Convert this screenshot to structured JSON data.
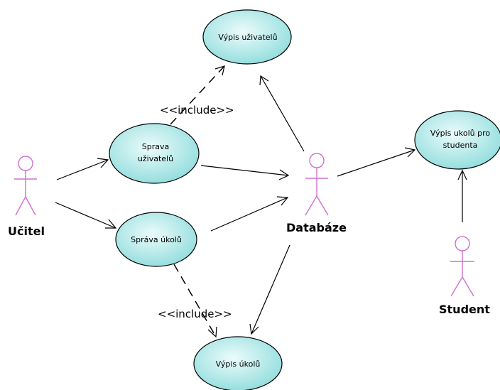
{
  "colors": {
    "usecase_fill_center": "#ecfbfb",
    "usecase_fill_edge": "#8fdcdc",
    "actor_stroke": "#d070d0",
    "line": "#000000"
  },
  "actors": {
    "ucitel": "Učitel",
    "databaze": "Databáze",
    "student": "Student"
  },
  "usecases": {
    "vypis_uzivatelu": "Výpis uživatelů",
    "sprava_uzivatelu_line1": "Sprava",
    "sprava_uzivatelu_line2": "uživatelů",
    "sprava_ukolu": "Správa úkolů",
    "vypis_ukolu_pro_studenta_line1": "Výpis ukolů pro",
    "vypis_ukolu_pro_studenta_line2": "studenta",
    "vypis_ukolu": "Výpis úkolů"
  },
  "relations": {
    "include_top": "<<include>>",
    "include_bottom": "<<include>>"
  }
}
